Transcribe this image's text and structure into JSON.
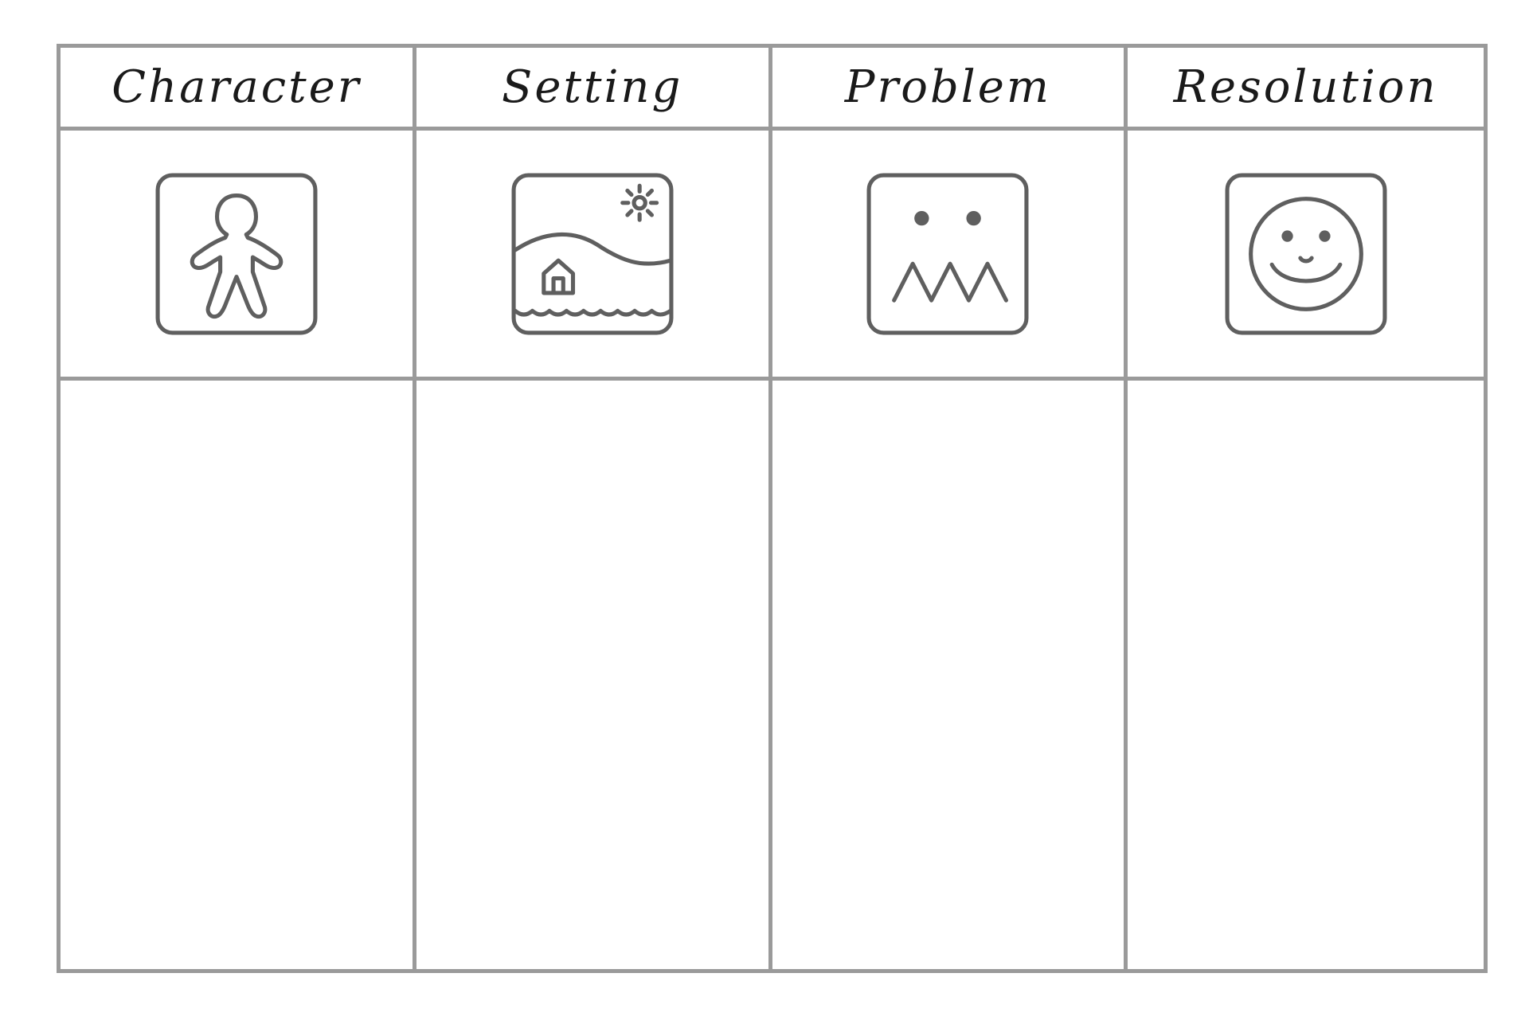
{
  "columns": [
    {
      "label": "Character",
      "icon": "person-icon"
    },
    {
      "label": "Setting",
      "icon": "landscape-house-icon"
    },
    {
      "label": "Problem",
      "icon": "monster-face-icon"
    },
    {
      "label": "Resolution",
      "icon": "smiley-face-icon"
    }
  ],
  "colors": {
    "grid_line": "#9a9a9a",
    "icon_stroke": "#5f5f5f",
    "text": "#1a1a1a"
  }
}
